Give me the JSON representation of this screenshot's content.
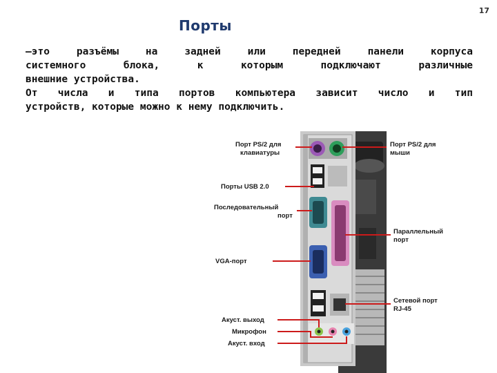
{
  "page_number": "17",
  "title": "Порты",
  "paragraph1": {
    "line1_words": [
      "—это",
      "разъёмы",
      "на",
      "задней",
      "или",
      "передней",
      "панели",
      "корпуса"
    ],
    "line2_words": [
      "системного",
      "блока,",
      "к",
      "которым",
      "подключают",
      "различные"
    ],
    "line3": "внешние устройства."
  },
  "paragraph2": {
    "line1_words": [
      "От",
      "числа",
      "и",
      "типа",
      "портов",
      "компьютера",
      "зависит",
      "число",
      "и",
      "тип"
    ],
    "line2": "устройств, которые можно к нему подключить."
  },
  "labels": {
    "ps2_keyboard": [
      "Порт PS/2 для",
      "клавиатуры"
    ],
    "ps2_mouse": [
      "Порт PS/2 для",
      "мыши"
    ],
    "usb": [
      "Порты USB 2.0"
    ],
    "serial": [
      "Последовательный",
      "порт"
    ],
    "parallel": [
      "Параллельный",
      "порт"
    ],
    "vga": [
      "VGA-порт"
    ],
    "network": [
      "Сетевой порт",
      "RJ-45"
    ],
    "audio_out": [
      "Акуст. выход"
    ],
    "mic": [
      "Микрофон"
    ],
    "audio_in": [
      "Акуст. вход"
    ]
  },
  "colors": {
    "title": "#1f3a6e",
    "leader_line": "#cc1a1a",
    "ps2_keyboard": "#9b59b6",
    "ps2_mouse": "#2e9e5b",
    "parallel": "#d98cc0",
    "vga": "#3b5fb0",
    "audio_out": "#8bc34a",
    "mic": "#e884b0",
    "audio_in": "#4aa3df"
  }
}
